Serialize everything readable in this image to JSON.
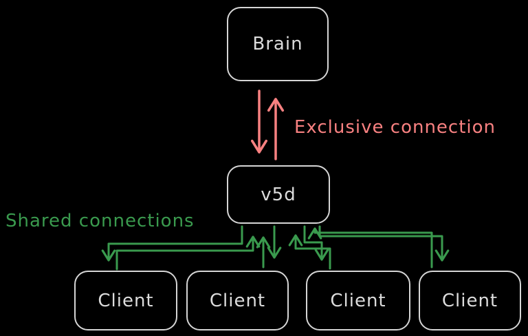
{
  "diagram": {
    "background": "#000000",
    "colors": {
      "node_border": "#d6d6d6",
      "node_text": "#dcdcdc",
      "exclusive": "#f88181",
      "shared": "#3a9a4e"
    },
    "nodes": {
      "brain": {
        "label": "Brain"
      },
      "v5d": {
        "label": "v5d"
      },
      "clients": [
        {
          "label": "Client"
        },
        {
          "label": "Client"
        },
        {
          "label": "Client"
        },
        {
          "label": "Client"
        }
      ]
    },
    "annotations": {
      "exclusive_label": "Exclusive connection",
      "shared_label": "Shared connections"
    },
    "edges": [
      {
        "from": "Brain",
        "to": "v5d",
        "style": "exclusive",
        "color": "#f88181"
      },
      {
        "from": "v5d",
        "to": "Brain",
        "style": "exclusive",
        "color": "#f88181"
      },
      {
        "from": "v5d",
        "to": "Client-1",
        "style": "shared",
        "color": "#3a9a4e"
      },
      {
        "from": "Client-1",
        "to": "v5d",
        "style": "shared",
        "color": "#3a9a4e"
      },
      {
        "from": "v5d",
        "to": "Client-2",
        "style": "shared",
        "color": "#3a9a4e"
      },
      {
        "from": "Client-2",
        "to": "v5d",
        "style": "shared",
        "color": "#3a9a4e"
      },
      {
        "from": "v5d",
        "to": "Client-3",
        "style": "shared",
        "color": "#3a9a4e"
      },
      {
        "from": "Client-3",
        "to": "v5d",
        "style": "shared",
        "color": "#3a9a4e"
      },
      {
        "from": "v5d",
        "to": "Client-4",
        "style": "shared",
        "color": "#3a9a4e"
      },
      {
        "from": "Client-4",
        "to": "v5d",
        "style": "shared",
        "color": "#3a9a4e"
      }
    ]
  }
}
